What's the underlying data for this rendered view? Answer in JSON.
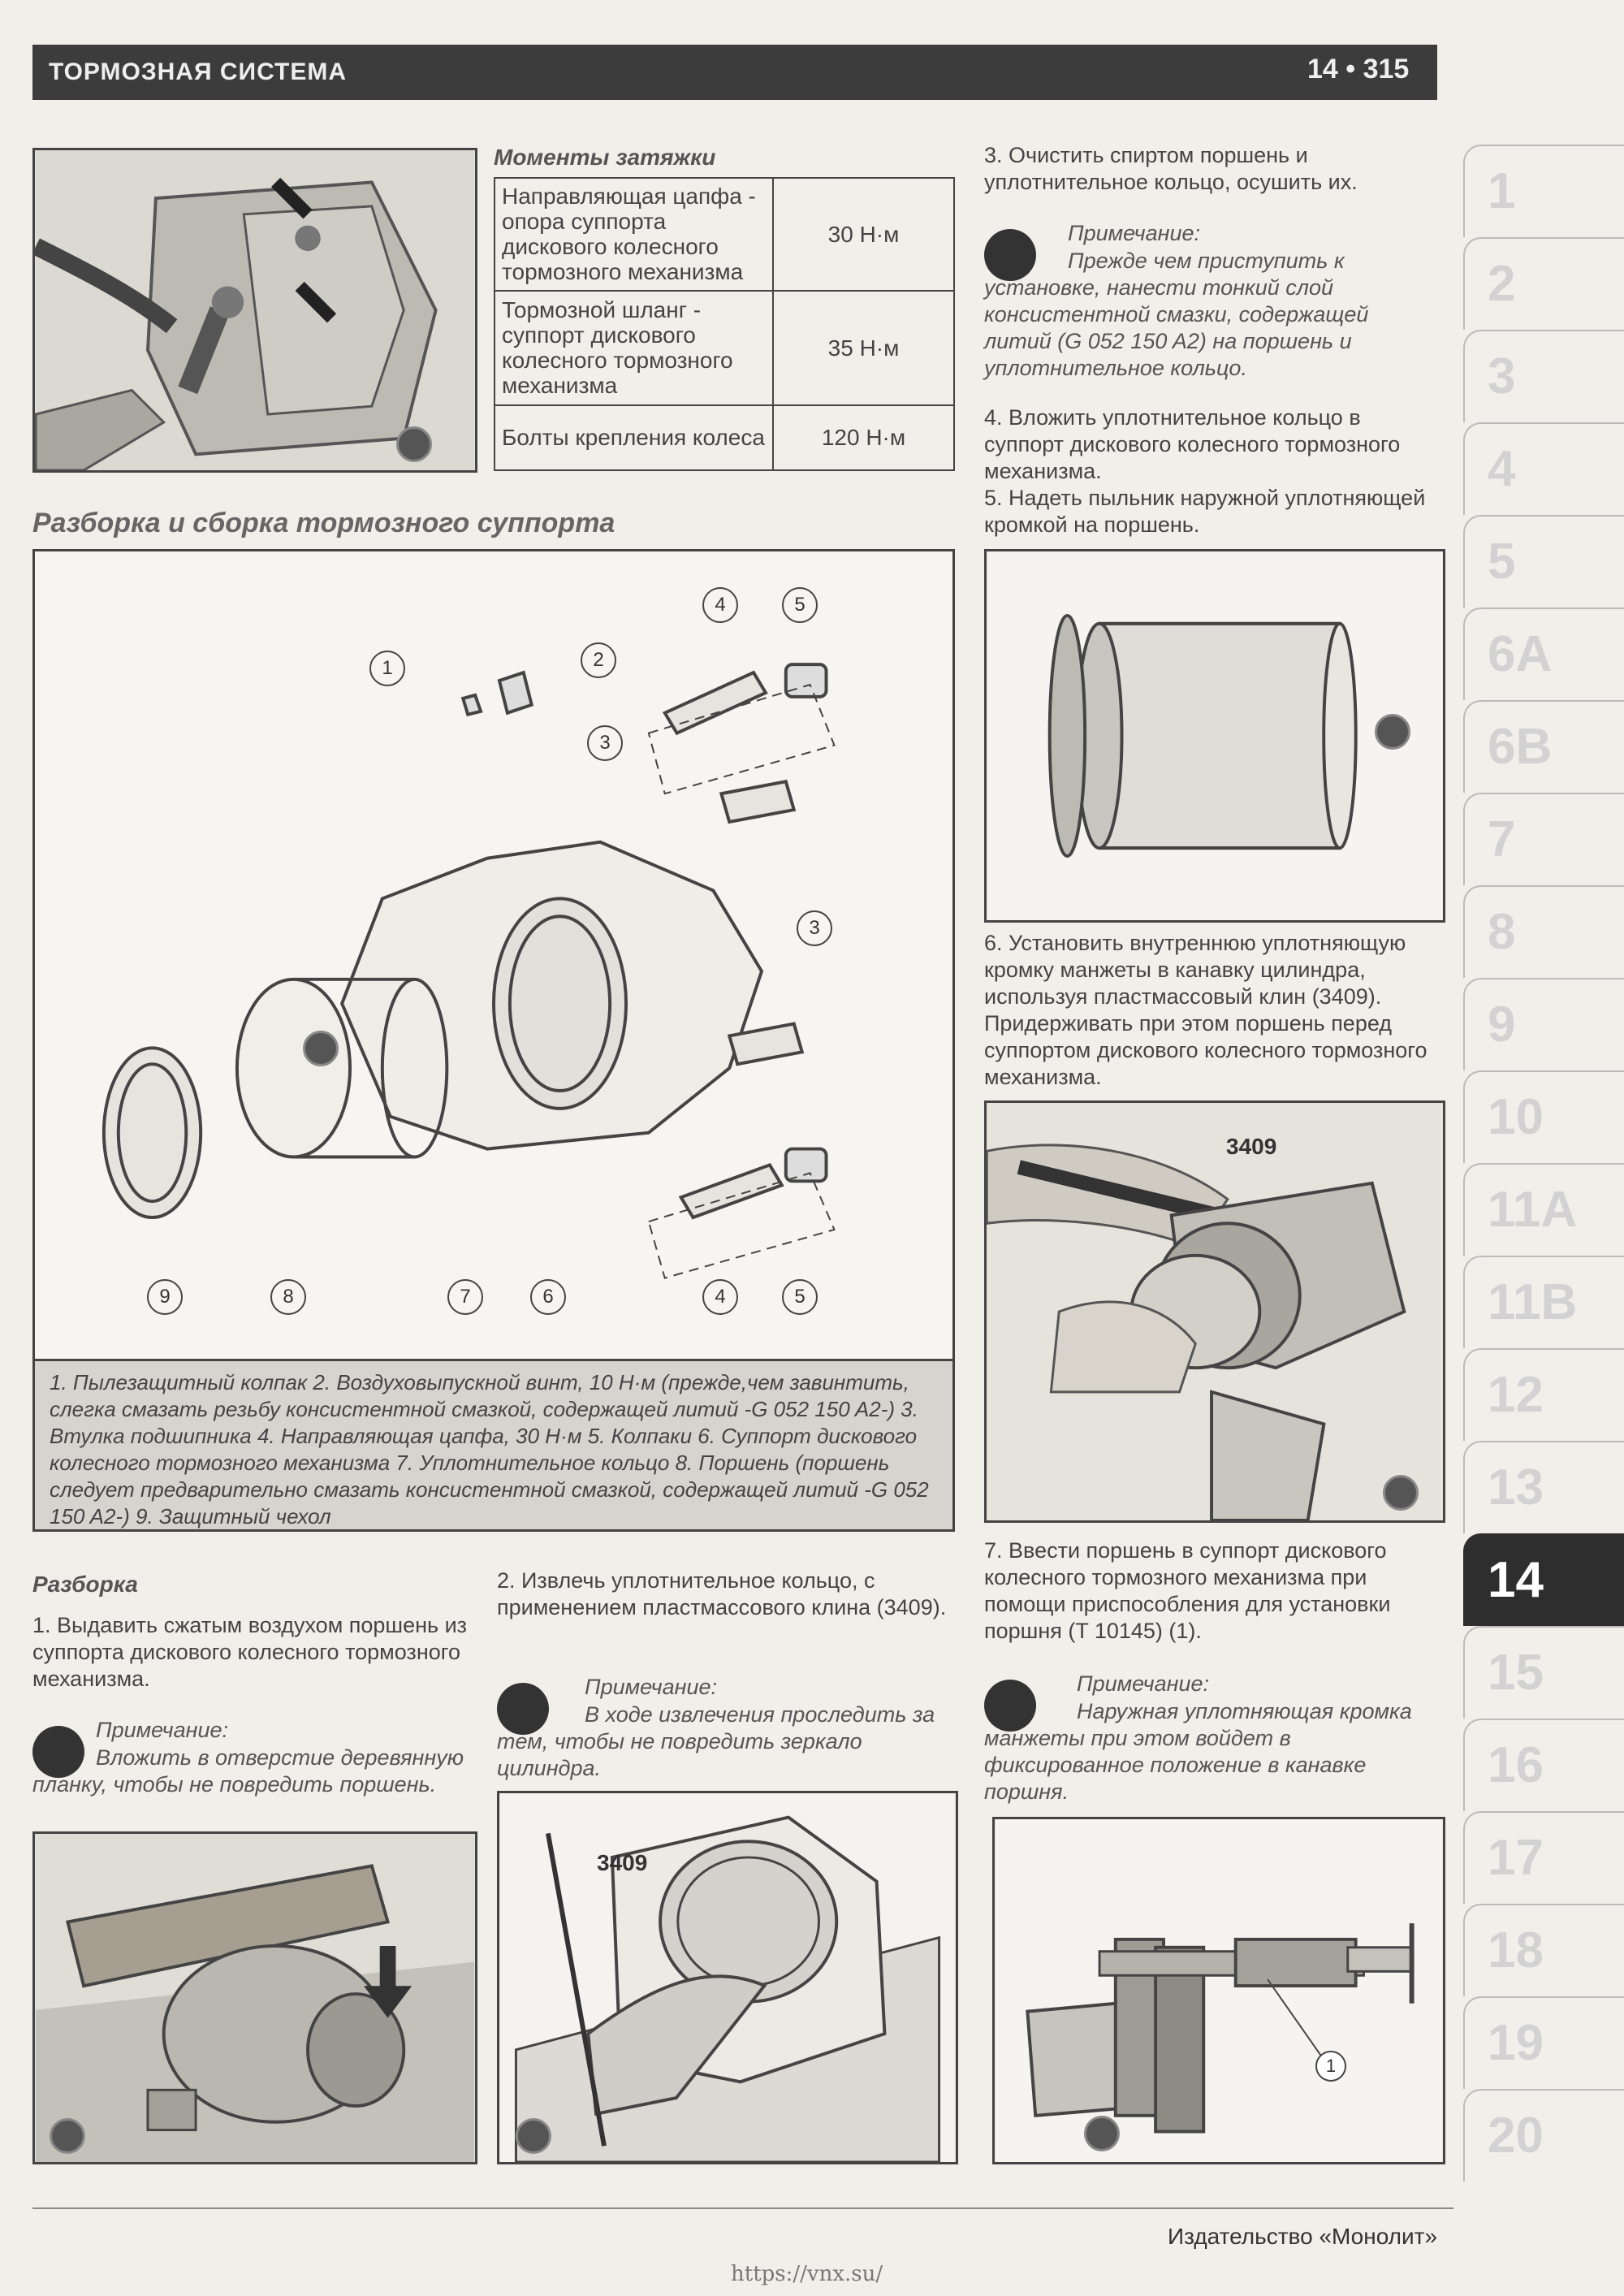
{
  "header": {
    "title": "ТОРМОЗНАЯ СИСТЕМА",
    "page": "14 • 315"
  },
  "torque": {
    "title": "Моменты затяжки",
    "rows": [
      {
        "label": "Направляющая цапфа - опора суппорта дискового колесного тормозного механизма",
        "value": "30 Н·м"
      },
      {
        "label": "Тормозной шланг - суппорт дискового колесного тормозного механизма",
        "value": "35 Н·м"
      },
      {
        "label": "Болты крепления колеса",
        "value": "120 Н·м"
      }
    ]
  },
  "section_title": "Разборка и сборка тормозного суппорта",
  "diagram": {
    "callouts": [
      "1",
      "2",
      "3",
      "4",
      "5",
      "3",
      "9",
      "8",
      "7",
      "6",
      "4",
      "5"
    ],
    "caption": "1. Пылезащитный колпак 2. Воздуховыпускной винт, 10 Н·м (прежде,чем завинтить, слегка смазать резьбу консистентной смазкой, содержащей литий -G 052 150 A2-) 3. Втулка подшипника 4. Направляющая цапфа, 30 Н·м 5. Колпаки 6. Суппорт дискового колесного тормозного механизма 7. Уплотнительное кольцо 8. Поршень (поршень следует предварительно смазать консистентной смазкой, содержащей литий -G 052 150 A2-) 9. Защитный чехол"
  },
  "disassembly": {
    "title": "Разборка",
    "step1": "1. Выдавить сжатым воздухом поршень из суппорта дискового колесного тормозного механизма.",
    "note1_label": "Примечание:",
    "note1_text": "Вложить в отверстие деревянную планку, чтобы не повредить поршень.",
    "step2": "2. Извлечь уплотнительное кольцо, с применением пластмассового клина (3409).",
    "note2_label": "Примечание:",
    "note2_text": "В ходе извлечения проследить за тем, чтобы не повредить зеркало цилиндра.",
    "tool_label": "3409"
  },
  "right": {
    "step3": "3. Очистить спиртом поршень и уплотнительное кольцо, осушить их.",
    "note3_label": "Примечание:",
    "note3_text": "Прежде чем приступить к установке, нанести тонкий слой консистентной смазки, содержащей литий (G 052 150 A2) на поршень и уплотнительное кольцо.",
    "step4": "4. Вложить уплотнительное кольцо в суппорт дискового колесного тормозного механизма.",
    "step5": "5. Надеть пыльник наружной уплотняющей кромкой на поршень.",
    "step6": "6. Установить внутреннюю уплотняющую кромку манжеты в канавку цилиндра, используя пластмассовый клин (3409). Придерживать при этом поршень перед суппортом дискового колесного тормозного механизма.",
    "tool_label": "3409",
    "step7": "7. Ввести поршень в суппорт дискового колесного тормозного механизма при помощи приспособления для установки поршня (T 10145) (1).",
    "note7_label": "Примечание:",
    "note7_text": "Наружная уплотняющая кромка манжеты при этом войдет в фиксированное положение в канавке поршня.",
    "callout": "1"
  },
  "tabs": [
    "1",
    "2",
    "3",
    "4",
    "5",
    "6A",
    "6B",
    "7",
    "8",
    "9",
    "10",
    "11A",
    "11B",
    "12",
    "13",
    "14",
    "15",
    "16",
    "17",
    "18",
    "19",
    "20"
  ],
  "active_tab": "14",
  "footer": {
    "publisher": "Издательство «Монолит»",
    "url": "https://vnx.su/"
  }
}
